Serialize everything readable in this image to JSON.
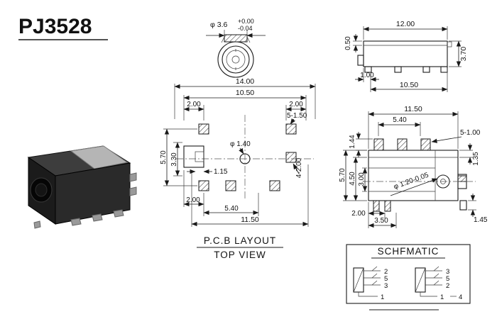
{
  "colors": {
    "ink": "#1a1a1a",
    "background": "#ffffff",
    "component_body": "#1f1f1f",
    "component_metal": "#b5b5b5"
  },
  "title": "PJ3528",
  "detail_view": {
    "dim_diameter": "φ 3.6",
    "tol_upper": "+0.00",
    "tol_lower": "-0.04"
  },
  "side_view": {
    "dim_width": "12.00",
    "dim_lip": "0.50",
    "dim_height": "3.70",
    "dim_offset": "1.00",
    "dim_base": "10.50"
  },
  "pcb_layout": {
    "dim_total_width": "14.00",
    "dim_inner_width": "10.50",
    "dim_left_pitch": "2.00",
    "dim_right_pitch": "2.00",
    "dim_pads_small": "5-1.50",
    "dim_row_span": "5.70",
    "dim_inner_span": "3.30",
    "dim_slot": "1.15",
    "dim_hole": "φ 1.40",
    "dim_pads_large": "4-2.00",
    "dim_bottom_offset": "2.00",
    "dim_bottom_pitch": "5.40",
    "dim_bottom_width": "11.50",
    "caption_line1": "P.C.B LAYOUT",
    "caption_line2": "TOP VIEW"
  },
  "front_view": {
    "dim_width": "11.50",
    "dim_pin_span": "5.40",
    "dim_pin_height": "1.44",
    "dim_pins": "5-1.00",
    "dim_step": "1.35",
    "dim_height": "5.70",
    "dim_mid_height": "4.50",
    "dim_inner_height": "3.00",
    "dim_shaft": "φ 1.20-0.05",
    "dim_leg_right": "1.45",
    "dim_leg_left": "2.00",
    "dim_leg_pitch": "3.50"
  },
  "schematic": {
    "title": "SCHFMATIC",
    "left_pins": [
      "2",
      "5",
      "3",
      "1"
    ],
    "right_pins": [
      "3",
      "5",
      "2",
      "1",
      "4"
    ]
  }
}
